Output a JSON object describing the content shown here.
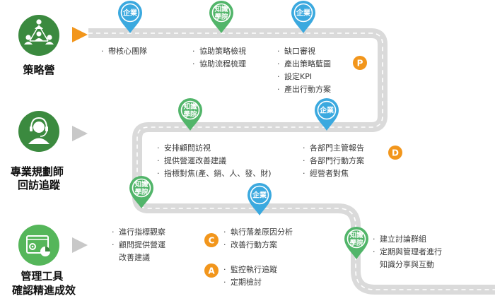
{
  "colors": {
    "road": "#dadada",
    "road_dash": "#ffffff",
    "pin_enterprise": "#3ba9df",
    "pin_academy": "#52b56a",
    "badge": "#f2961c",
    "circle_dark": "#3b8a3f",
    "circle_light": "#55b65a",
    "arrow_active": "#f2961c",
    "arrow_idle": "#c8c8c8"
  },
  "stages": [
    {
      "label_lines": [
        "策略營"
      ],
      "icon": "team-network-icon"
    },
    {
      "label_lines": [
        "專業規劃師",
        "回訪追蹤"
      ],
      "icon": "consultant-headset-icon"
    },
    {
      "label_lines": [
        "管理工具",
        "確認精進成效"
      ],
      "icon": "management-tools-icon"
    }
  ],
  "pins": [
    {
      "type": "enterprise",
      "lines": [
        "企業"
      ]
    },
    {
      "type": "academy",
      "lines": [
        "知識",
        "學院"
      ]
    },
    {
      "type": "enterprise",
      "lines": [
        "企業"
      ]
    },
    {
      "type": "academy",
      "lines": [
        "知識",
        "學院"
      ]
    },
    {
      "type": "enterprise",
      "lines": [
        "企業"
      ]
    },
    {
      "type": "academy",
      "lines": [
        "知識",
        "學院"
      ]
    },
    {
      "type": "enterprise",
      "lines": [
        "企業"
      ]
    },
    {
      "type": "academy",
      "lines": [
        "知識",
        "學院"
      ]
    }
  ],
  "badges": [
    "P",
    "D",
    "C",
    "A"
  ],
  "bullet_groups": [
    [
      "帶核心團隊"
    ],
    [
      "協助策略檢視",
      "協助流程梳理"
    ],
    [
      "缺口審視",
      "產出策略藍圖",
      "設定KPI",
      "產出行動方案"
    ],
    [
      "安排顧問訪視",
      "提供營運改善建議",
      "指標對焦(產、銷、人、發、財)"
    ],
    [
      "各部門主管報告",
      "各部門行動方案",
      "經營者對焦"
    ],
    [
      "進行指標觀察",
      "顧問提供營運",
      "改善建議"
    ],
    [
      "執行落差原因分析",
      "改善行動方案"
    ],
    [
      "監控執行追蹤",
      "定期檢討"
    ],
    [
      "建立討論群組",
      "定期與管理者進行",
      "知識分享與互動"
    ]
  ]
}
